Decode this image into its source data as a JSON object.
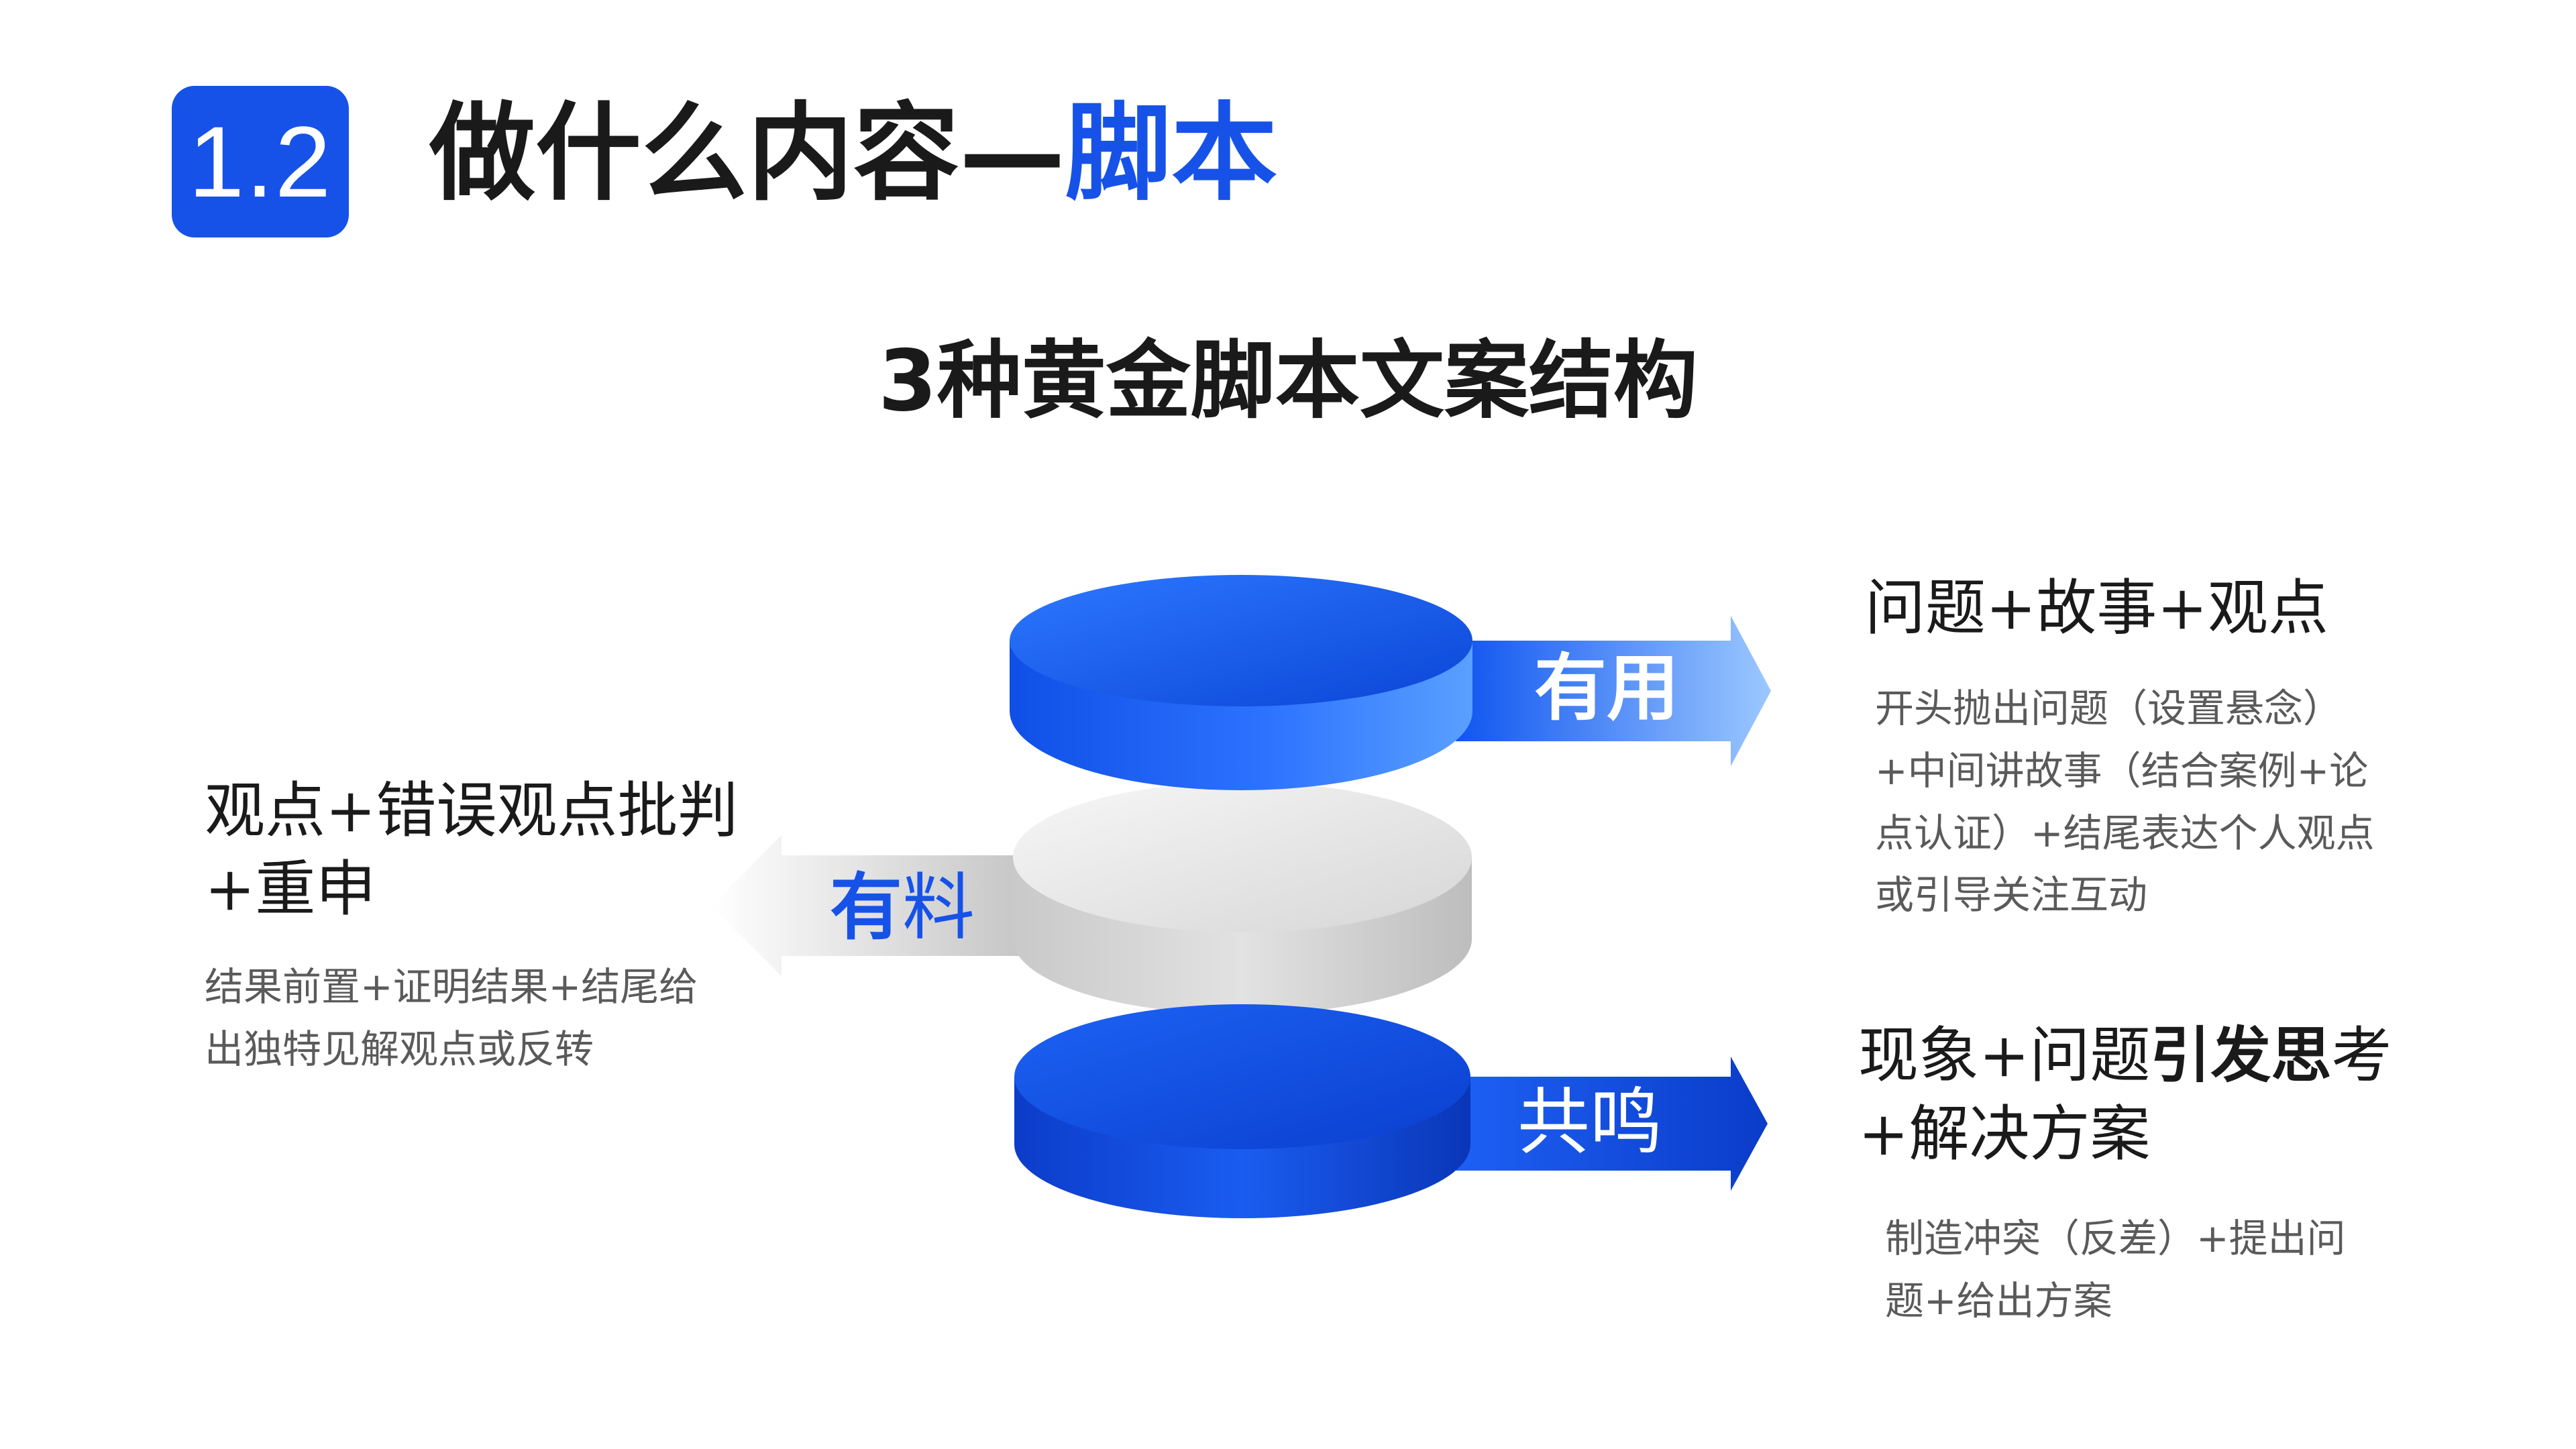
{
  "header": {
    "badge": "1.2",
    "title_main": "做什么内容—",
    "title_accent": "脚本"
  },
  "subtitle": "3种黄金脚本文案结构",
  "colors": {
    "accent": "#1752e8",
    "deep_blue": "#0a3fd1",
    "gray": "#d9d9d9",
    "text": "#1a1a1a",
    "muted": "#5a5a5a"
  },
  "layers": [
    {
      "tag": "有用",
      "heading": "问题+故事+观点",
      "description": "开头抛出问题（设置悬念）+中间讲故事（结合案例+论点认证）+结尾表达个人观点或引导关注互动"
    },
    {
      "tag_prefix": "有",
      "tag_suffix": "料",
      "heading": "观点+错误观点批判+重申",
      "description": "结果前置+证明结果+结尾给出独特见解观点或反转"
    },
    {
      "tag": "共鸣",
      "heading_plain": "现象+问题",
      "heading_bold": "引发思",
      "heading_rest": "考+解决方案",
      "description": "制造冲突（反差）+提出问题+给出方案"
    }
  ]
}
